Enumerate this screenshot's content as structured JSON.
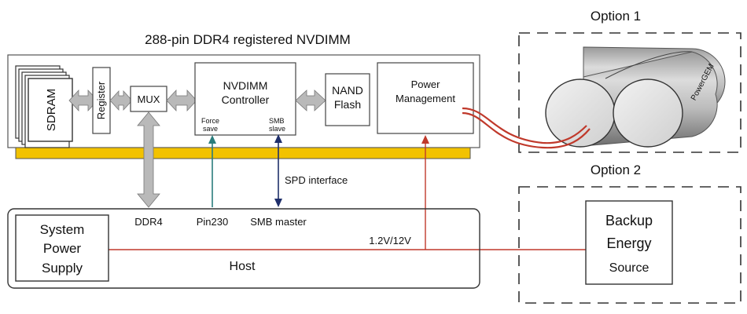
{
  "title": "288-pin DDR4 registered NVDIMM",
  "blocks": {
    "sdram": "SDRAM",
    "register": "Register",
    "mux": "MUX",
    "controller_line1": "NVDIMM",
    "controller_line2": "Controller",
    "force_save_1": "Force",
    "force_save_2": "save",
    "smb_slave_1": "SMB",
    "smb_slave_2": "slave",
    "nand_line1": "NAND",
    "nand_line2": "Flash",
    "power_line1": "Power",
    "power_line2": "Management"
  },
  "signals": {
    "spd": "SPD interface",
    "ddr4": "DDR4",
    "pin230": "Pin230",
    "smb_master": "SMB master",
    "voltage": "1.2V/12V"
  },
  "host": {
    "label": "Host",
    "psu_line1": "System",
    "psu_line2": "Power",
    "psu_line3": "Supply"
  },
  "option1": {
    "label": "Option 1",
    "brand": "PowerGEM"
  },
  "option2": {
    "label": "Option 2",
    "line1": "Backup",
    "line2": "Energy",
    "line3": "Source"
  },
  "colors": {
    "pcb_edge": "#f2c200",
    "power_wire": "#c0392b",
    "force_wire": "#2a7d7d",
    "smb_wire": "#1f2f6b",
    "bus_arrow": "#b9b9b9"
  }
}
